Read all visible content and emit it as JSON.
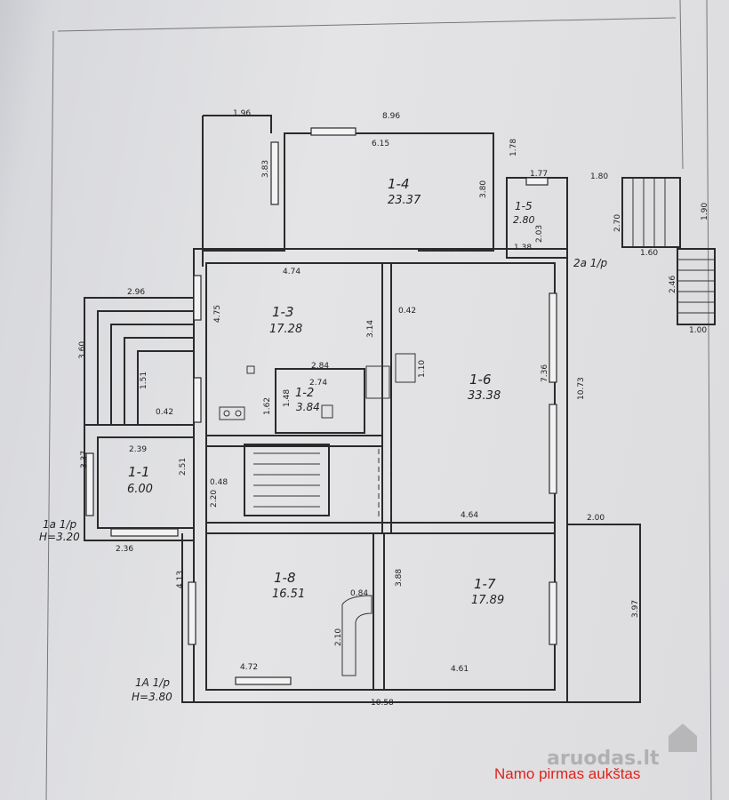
{
  "rooms": [
    {
      "code": "1-4",
      "area": "23.37"
    },
    {
      "code": "1-5",
      "area": "2.80"
    },
    {
      "code": "1-3",
      "area": "17.28"
    },
    {
      "code": "1-2",
      "area": "3.84"
    },
    {
      "code": "1-6",
      "area": "33.38"
    },
    {
      "code": "1-1",
      "area": "6.00"
    },
    {
      "code": "1-8",
      "area": "16.51"
    },
    {
      "code": "1-7",
      "area": "17.89"
    }
  ],
  "dimensions": [
    "1.96",
    "8.96",
    "6.15",
    "1.78",
    "3.83",
    "3.80",
    "1.77",
    "1.80",
    "1.90",
    "2.70",
    "2.03",
    "1.38",
    "1.60",
    "2.46",
    "1.00",
    "4.74",
    "0.42",
    "4.75",
    "3.14",
    "2.96",
    "3.60",
    "1.51",
    "2.84",
    "2.74",
    "1.10",
    "7.36",
    "10.73",
    "1.48",
    "1.62",
    "0.42",
    "2.39",
    "3.37",
    "2.51",
    "0.48",
    "2.20",
    "4.64",
    "2.00",
    "2.36",
    "4.13",
    "3.88",
    "0.84",
    "2.10",
    "3.97",
    "4.72",
    "4.61",
    "10.58"
  ],
  "levels": {
    "upper_right": "2a 1/p",
    "left_block": "1a 1/p",
    "left_block_height": "H=3.20",
    "main": "1A 1/p",
    "main_height": "H=3.80"
  },
  "watermark": {
    "text": "aruodas.lt"
  },
  "caption": "Namo pirmas aukštas"
}
